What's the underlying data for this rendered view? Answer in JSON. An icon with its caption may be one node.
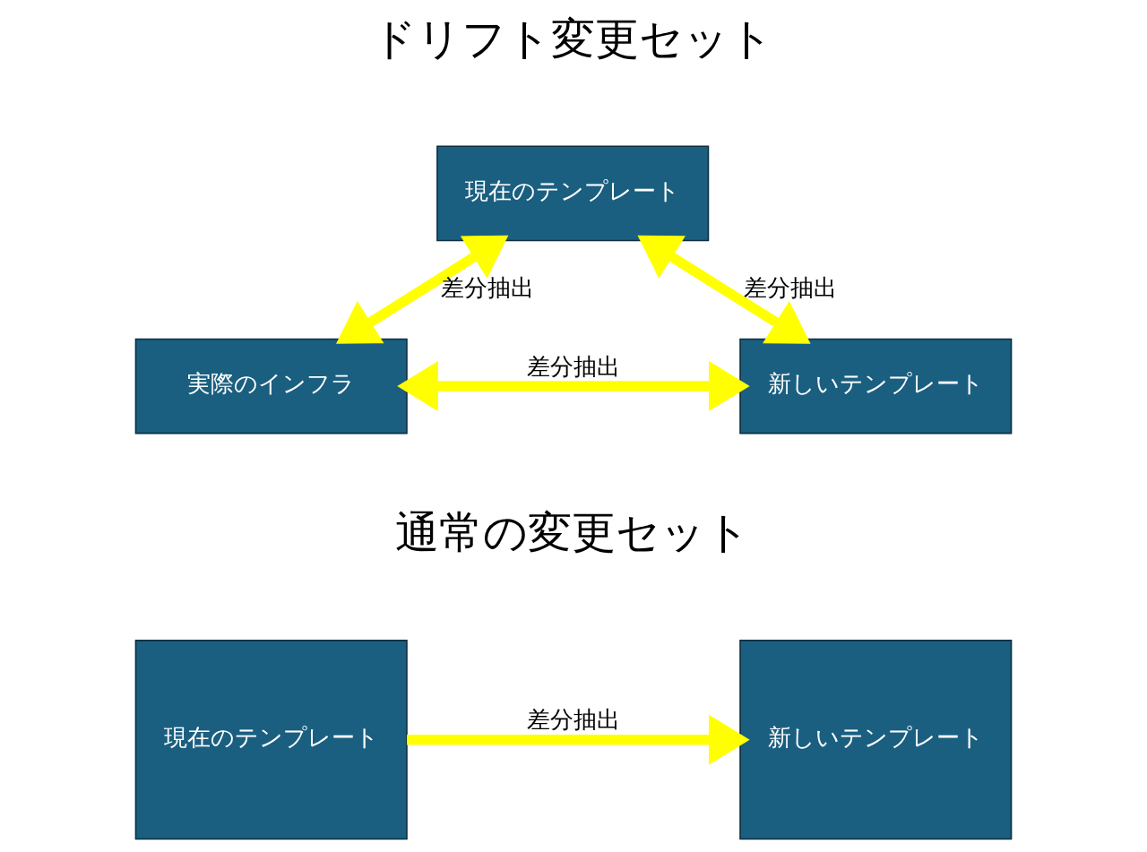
{
  "diagram": {
    "nodes": [
      {
        "text": [
          "現在のテンプレート"
        ]
      },
      {
        "text": [
          "実際のインフラ"
        ]
      },
      {
        "text": [
          "新しいテンプレート"
        ]
      },
      {
        "text": [
          "現在のテンプレート"
        ]
      },
      {
        "text": [
          "新しいテンプレート"
        ]
      }
    ],
    "edges": [
      {
        "from": 0,
        "to": 1,
        "arrow": "both",
        "label": "差分抽出"
      },
      {
        "from": 0,
        "to": 2,
        "arrow": "both",
        "label": "差分抽出"
      },
      {
        "from": 1,
        "to": 2,
        "arrow": "both",
        "label": "差分抽出"
      },
      {
        "from": 3,
        "to": 4,
        "arrow": "to",
        "label": "差分抽出"
      }
    ],
    "labels": [
      "ドリフト変更セット",
      "通常の変更セット"
    ]
  }
}
